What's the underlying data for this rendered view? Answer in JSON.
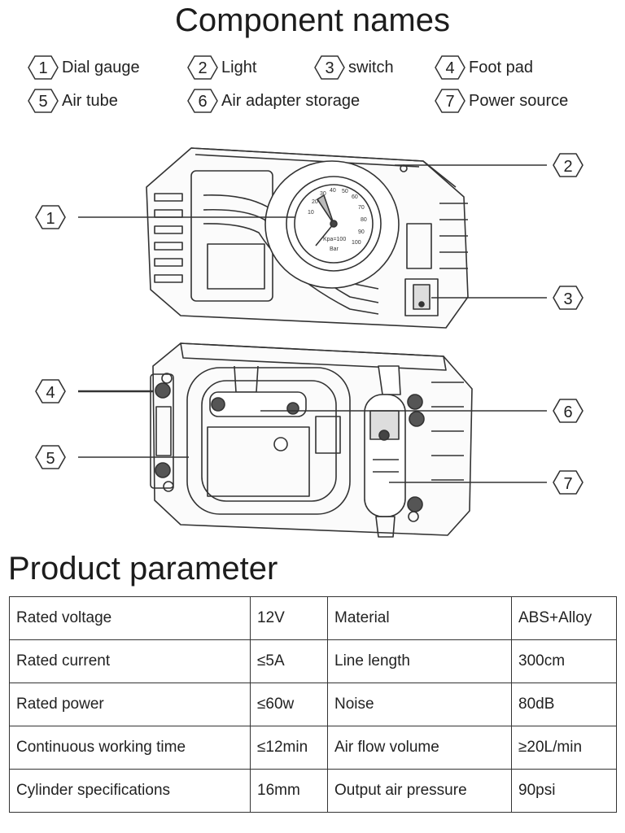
{
  "title": "Component names",
  "components": [
    {
      "num": "1",
      "label": "Dial gauge"
    },
    {
      "num": "2",
      "label": "Light"
    },
    {
      "num": "3",
      "label": "switch"
    },
    {
      "num": "4",
      "label": "Foot pad"
    },
    {
      "num": "5",
      "label": "Air tube"
    },
    {
      "num": "6",
      "label": "Air adapter storage"
    },
    {
      "num": "7",
      "label": "Power source"
    }
  ],
  "callouts": [
    "1",
    "2",
    "3",
    "4",
    "5",
    "6",
    "7"
  ],
  "gauge": {
    "ticks": [
      "10",
      "20",
      "30",
      "40",
      "50",
      "60",
      "70",
      "80",
      "90",
      "100"
    ],
    "unit_text": "Kpa=100",
    "bar_text": "Bar"
  },
  "parameters_heading": "Product parameter",
  "parameters": [
    {
      "name": "Rated voltage",
      "value": "12V",
      "name2": "Material",
      "value2": "ABS+Alloy"
    },
    {
      "name": "Rated current",
      "value": "≤5A",
      "name2": "Line length",
      "value2": "300cm"
    },
    {
      "name": "Rated power",
      "value": "≤60w",
      "name2": "Noise",
      "value2": "80dB"
    },
    {
      "name": "Continuous working time",
      "value": "≤12min",
      "name2": "Air flow volume",
      "value2": "≥20L/min"
    },
    {
      "name": "Cylinder specifications",
      "value": "16mm",
      "name2": "Output air pressure",
      "value2": "90psi"
    }
  ]
}
